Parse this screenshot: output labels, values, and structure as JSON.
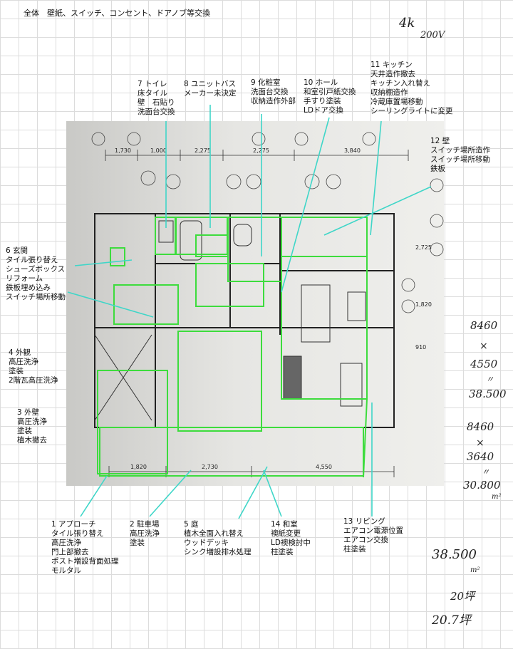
{
  "header": "全体　壁紙、スイッチ、コンセント、ドアノブ等交換",
  "notes_top": {
    "power": "4k",
    "voltage": "200V"
  },
  "callouts": {
    "c7": [
      "7 トイレ",
      "床タイル",
      "壁　石貼り",
      "洗面台交換"
    ],
    "c8": [
      "8 ユニットバス",
      "メーカー未決定"
    ],
    "c9": [
      "9 化粧室",
      "洗面台交換",
      "収納造作外部"
    ],
    "c10": [
      "10 ホール",
      "和室引戸紙交換",
      "手すり塗装",
      "LDドア交換"
    ],
    "c11": [
      "11 キッチン",
      "天井造作撤去",
      "キッチン入れ替え",
      "収納棚造作",
      "冷蔵庫置場移動",
      "シーリングライトに変更"
    ],
    "c12": [
      "12 壁",
      "スイッチ場所造作",
      "スイッチ場所移動",
      "鉄板"
    ],
    "c6": [
      "6 玄関",
      "タイル張り替え",
      "シューズボックス",
      "リフォーム",
      "鉄板埋め込み",
      "スイッチ場所移動"
    ],
    "c4": [
      "4 外観",
      "高圧洗浄",
      "塗装",
      "2階瓦高圧洗浄"
    ],
    "c3": [
      "3 外壁",
      "高圧洗浄",
      "塗装",
      "植木撤去"
    ],
    "c1": [
      "1 アプローチ",
      "タイル張り替え",
      "高圧洗浄",
      "門上部撤去",
      "ポスト増設背面処理",
      "モルタル"
    ],
    "c2": [
      "2 駐車場",
      "高圧洗浄",
      "塗装"
    ],
    "c5": [
      "5 庭",
      "植木全面入れ替え",
      "ウッドデッキ",
      "シンク増設排水処理"
    ],
    "c14": [
      "14 和室",
      "襖紙変更",
      "LD襖検討中",
      "柱塗装"
    ],
    "c13": [
      "13 リビング",
      "エアコン電源位置",
      "エアコン交換",
      "柱塗装"
    ]
  },
  "calc": {
    "a": "8460",
    "times1": "×",
    "b": "4550",
    "eq1": "〃",
    "r1": "38.500",
    "c": "8460",
    "times2": "×",
    "d": "3640",
    "eq2": "〃",
    "r2": "30.800",
    "unit1": "m²",
    "total": "38.500",
    "unit2": "m²",
    "tsubo1": "20坪",
    "tsubo2": "20.7坪"
  },
  "plan_texts": {
    "dims_top": [
      "1,730",
      "1,000",
      "2,275",
      "2,275",
      "3,840"
    ],
    "dims_bottom": [
      "1,820",
      "2,730",
      "4,550"
    ],
    "dims_right": [
      "2,725",
      "1,820",
      "910"
    ]
  },
  "colors": {
    "highlight": "#3ddc3d",
    "leader": "#3fd6c8",
    "plan_bg": "#e9e9e6"
  }
}
